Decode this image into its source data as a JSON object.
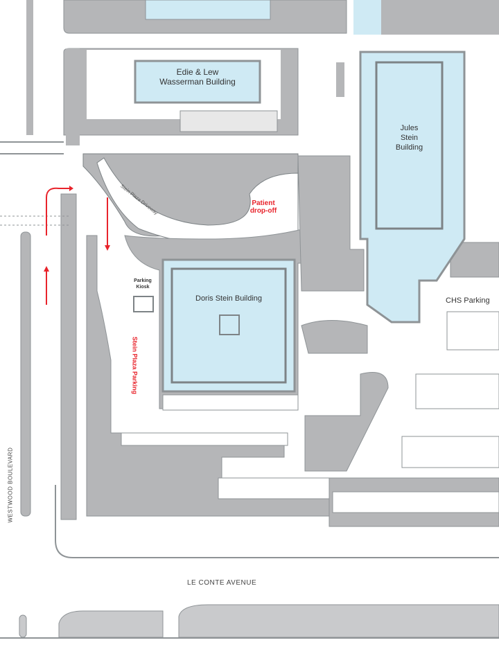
{
  "buildings": {
    "wasserman": "Edie & Lew\nWasserman Building",
    "jules_stein": "Jules\nStein\nBuilding",
    "doris_stein": "Doris Stein Building"
  },
  "labels": {
    "patient_dropoff": "Patient\ndrop-off",
    "parking_kiosk": "Parking\nKiosk",
    "stein_plaza_parking": "Stein Plaza Parking",
    "stein_plaza_driveway": "Stein Plaza Driveway",
    "chs_parking": "CHS Parking"
  },
  "streets": {
    "westwood": "WESTWOOD BOULEVARD",
    "le_conte": "LE CONTE AVENUE"
  },
  "colors": {
    "building": "#cfeaf4",
    "structure": "#b5b6b8",
    "route": "#e8232b"
  }
}
